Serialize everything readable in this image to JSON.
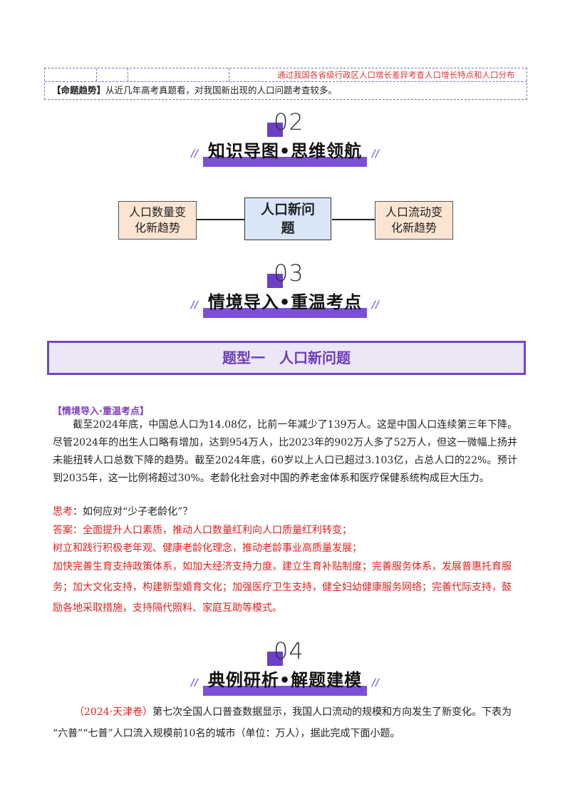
{
  "table": {
    "row1_text": "通过我国各省级行政区人口增长差异考查人口增长特点和人口分布",
    "trend_label": "【命题趋势】",
    "trend_text": "从近几年高考真题看，对我国新出现的人口问题考查较多。"
  },
  "sections": [
    {
      "number": "02",
      "title": "知识导图•思维领航"
    },
    {
      "number": "03",
      "title": "情境导入•重温考点"
    },
    {
      "number": "04",
      "title": "典例研析•解题建模"
    }
  ],
  "slash": "//",
  "mindmap": {
    "left": [
      "人口数量变",
      "化新趋势"
    ],
    "center": [
      "人口新问",
      "题"
    ],
    "right": [
      "人口流动变",
      "化新趋势"
    ]
  },
  "banner": "题型一　人口新问题",
  "situation": {
    "title": "【情境导入·重温考点】",
    "paragraph": "　　截至2024年底，中国总人口为14.08亿，比前一年减少了139万人。这是中国人口连续第三年下降。尽管2024年的出生人口略有增加，达到954万人，比2023年的902万人多了52万人，但这一微幅上扬并未能扭转人口总数下降的趋势。截至2024年底，60岁以上人口已超过3.103亿，占总人口的22%。预计到2035年，这一比例将超过30%。老龄化社会对中国的养老金体系和医疗保健系统构成巨大压力。",
    "think_label": "思考",
    "think_text": "：如何应对“少子老龄化”？",
    "answer_lines": [
      "答案：全面提升人口素质，推动人口数量红利向人口质量红利转变；",
      "树立和践行积极老年观、健康老龄化理念，推动老龄事业高质量发展；",
      "加快完善生育支持政策体系，如加大经济支持力度，建立生育补贴制度；完善服务体系，发展普惠托育服",
      "务；加大文化支持，构建新型婚育文化；加强医疗卫生支持，健全妇幼健康服务网络；完善代际支持，鼓",
      "励各地采取措施，支持隔代照料、家庭互助等模式。"
    ]
  },
  "example": {
    "source": "（2024·天津卷）",
    "text_line1": "第七次全国人口普查数据显示，我国人口流动的规模和方向发生了新变化。下表为",
    "text_line2": "“六普”“七普”人口流入规模前10名的城市（单位：万人），据此完成下面小题。"
  }
}
